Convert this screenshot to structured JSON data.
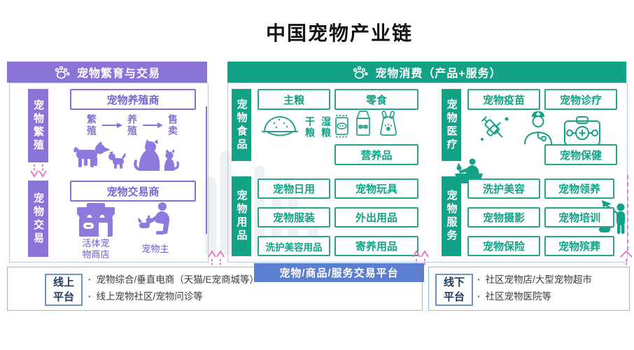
{
  "title": "中国宠物产业链",
  "colors": {
    "purple": "#8a74d8",
    "green": "#12a285",
    "blue_banner": "#5b7ed0",
    "pink_connector": "#e878c8"
  },
  "icons": {
    "section_headers": "paw-print-icon",
    "breeding": [
      "dog-pair-icon",
      "cat-pair-icon"
    ],
    "trading": [
      "pet-store-icon",
      "pet-owner-icon"
    ],
    "food": [
      "food-bowl-icon",
      "snack-pouch-icon",
      "milk-carton-icon",
      "treat-bag-icon"
    ],
    "medical": [
      "syringe-icon",
      "veterinarian-icon",
      "first-aid-kit-icon"
    ],
    "service": [
      "pet-grooming-icon",
      "pet-training-icon"
    ],
    "connectors": "pink-dashed-arrow"
  },
  "left": {
    "header": "宠物繁育与交易",
    "stages": [
      "宠物繁殖",
      "宠物交易"
    ],
    "breeder_title": "宠物养殖商",
    "process": [
      "繁殖",
      "养殖",
      "售卖"
    ],
    "trader_title": "宠物交易商",
    "store_label": "活体宠\n物商店",
    "owner_label": "宠物主"
  },
  "consume": {
    "header": "宠物消费（产品+服务）",
    "food": {
      "label": "宠物食品",
      "staple": "主粮",
      "snack": "零食",
      "dry": "干粮",
      "wet": "湿粮",
      "nutrition": "营养品"
    },
    "supplies": {
      "label": "宠物用品",
      "items": [
        "宠物日用",
        "宠物玩具",
        "宠物服装",
        "外出用品",
        "洗护美容用品",
        "寄养用品"
      ]
    },
    "medical": {
      "label": "宠物医疗",
      "vaccine": "宠物疫苗",
      "clinic": "宠物诊疗",
      "care": "宠物保健"
    },
    "service": {
      "label": "宠物服务",
      "items": [
        "洗护美容",
        "宠物领养",
        "宠物摄影",
        "宠物培训",
        "宠物保险",
        "宠物殡葬"
      ]
    }
  },
  "platform": {
    "banner": "宠物/商品/服务交易平台",
    "online": {
      "label": "线上\n平台",
      "items": [
        "宠物综合/垂直电商（天猫/E宠商城等）",
        "线上宠物社区/宠物问诊等"
      ]
    },
    "offline": {
      "label": "线下\n平台",
      "items": [
        "社区宠物店/大型宠物超市",
        "社区宠物医院等"
      ]
    }
  }
}
